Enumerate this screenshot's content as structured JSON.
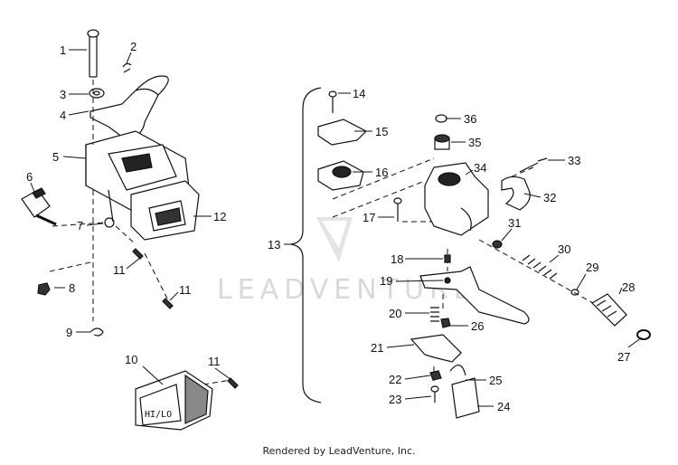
{
  "watermark": "LEADVENTURE",
  "footer": "Rendered by LeadVenture, Inc.",
  "switch_text": "HI/LO",
  "callouts": [
    "1",
    "2",
    "3",
    "4",
    "5",
    "6",
    "7",
    "8",
    "9",
    "10",
    "11",
    "11",
    "11",
    "12",
    "13",
    "14",
    "15",
    "16",
    "17",
    "18",
    "19",
    "20",
    "21",
    "22",
    "23",
    "24",
    "25",
    "26",
    "27",
    "28",
    "29",
    "30",
    "31",
    "32",
    "33",
    "34",
    "35",
    "36"
  ]
}
